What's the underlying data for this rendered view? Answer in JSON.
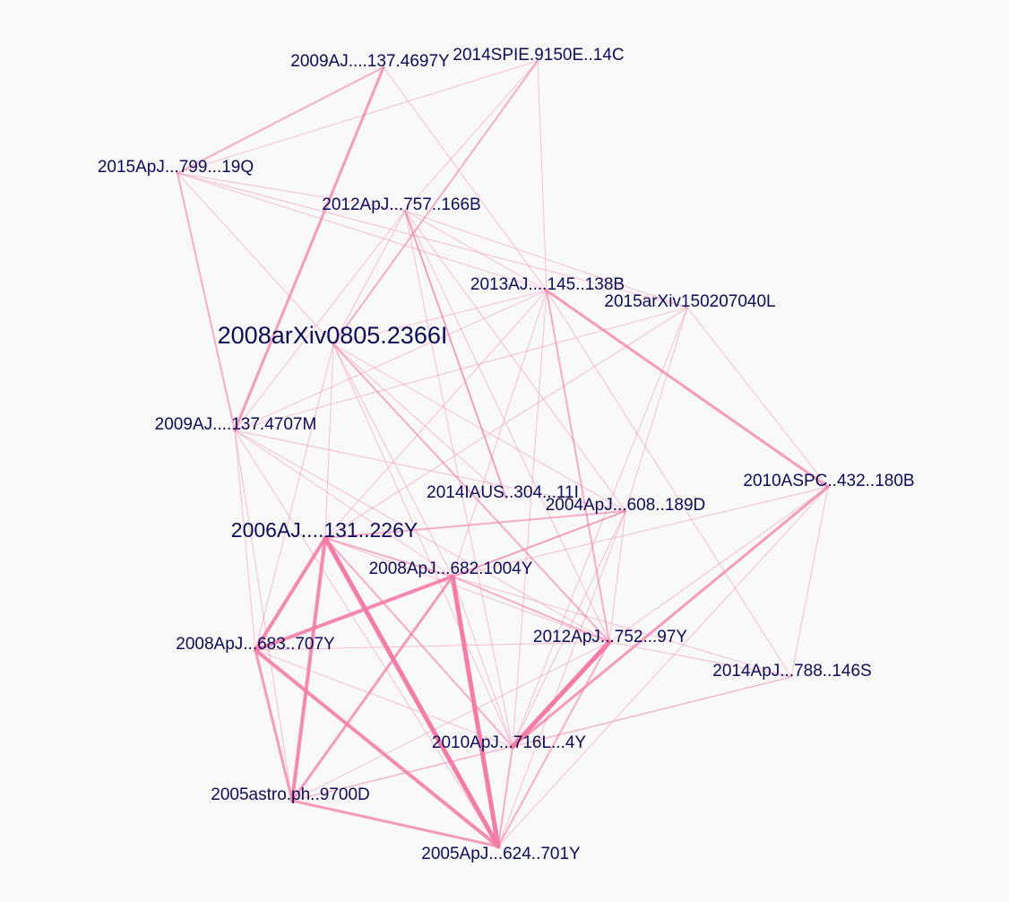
{
  "graph": {
    "edge_color": "#f37aa6",
    "label_color": "#0c0c58",
    "background": "#f9f9f9",
    "nodes": [
      {
        "id": "2009AJ....137.4697Y"
      },
      {
        "id": "2014SPIE.9150E..14C"
      },
      {
        "id": "2015ApJ...799...19Q"
      },
      {
        "id": "2012ApJ...757..166B"
      },
      {
        "id": "2013AJ....145..138B"
      },
      {
        "id": "2015arXiv150207040L"
      },
      {
        "id": "2008arXiv0805.2366I"
      },
      {
        "id": "2009AJ....137.4707M"
      },
      {
        "id": "2014IAUS..304...11I"
      },
      {
        "id": "2004ApJ...608..189D"
      },
      {
        "id": "2010ASPC..432..180B"
      },
      {
        "id": "2006AJ....131..226Y"
      },
      {
        "id": "2008ApJ...682.1004Y"
      },
      {
        "id": "2008ApJ...683..707Y"
      },
      {
        "id": "2012ApJ...752...97Y"
      },
      {
        "id": "2014ApJ...788..146S"
      },
      {
        "id": "2010ApJ...716L...4Y"
      },
      {
        "id": "2005astro.ph..9700D"
      },
      {
        "id": "2005ApJ...624..701Y"
      }
    ],
    "edges": [
      {
        "source": "2009AJ....137.4697Y",
        "target": "2015ApJ...799...19Q",
        "weight": 2
      },
      {
        "source": "2009AJ....137.4697Y",
        "target": "2009AJ....137.4707M",
        "weight": 3
      },
      {
        "source": "2009AJ....137.4697Y",
        "target": "2013AJ....145..138B",
        "weight": 1
      },
      {
        "source": "2014SPIE.9150E..14C",
        "target": "2015ApJ...799...19Q",
        "weight": 1
      },
      {
        "source": "2014SPIE.9150E..14C",
        "target": "2008arXiv0805.2366I",
        "weight": 2
      },
      {
        "source": "2014SPIE.9150E..14C",
        "target": "2012ApJ...757..166B",
        "weight": 1
      },
      {
        "source": "2014SPIE.9150E..14C",
        "target": "2013AJ....145..138B",
        "weight": 1
      },
      {
        "source": "2015ApJ...799...19Q",
        "target": "2009AJ....137.4707M",
        "weight": 2
      },
      {
        "source": "2015ApJ...799...19Q",
        "target": "2012ApJ...757..166B",
        "weight": 1
      },
      {
        "source": "2015ApJ...799...19Q",
        "target": "2013AJ....145..138B",
        "weight": 1
      },
      {
        "source": "2015ApJ...799...19Q",
        "target": "2015arXiv150207040L",
        "weight": 1
      },
      {
        "source": "2015ApJ...799...19Q",
        "target": "2008arXiv0805.2366I",
        "weight": 1
      },
      {
        "source": "2012ApJ...757..166B",
        "target": "2013AJ....145..138B",
        "weight": 1
      },
      {
        "source": "2012ApJ...757..166B",
        "target": "2015arXiv150207040L",
        "weight": 1
      },
      {
        "source": "2012ApJ...757..166B",
        "target": "2008arXiv0805.2366I",
        "weight": 1
      },
      {
        "source": "2012ApJ...757..166B",
        "target": "2009AJ....137.4707M",
        "weight": 1
      },
      {
        "source": "2012ApJ...757..166B",
        "target": "2014IAUS..304...11I",
        "weight": 2
      },
      {
        "source": "2012ApJ...757..166B",
        "target": "2004ApJ...608..189D",
        "weight": 1
      },
      {
        "source": "2012ApJ...757..166B",
        "target": "2012ApJ...752...97Y",
        "weight": 1
      },
      {
        "source": "2012ApJ...757..166B",
        "target": "2010ApJ...716L...4Y",
        "weight": 1
      },
      {
        "source": "2013AJ....145..138B",
        "target": "2008arXiv0805.2366I",
        "weight": 1
      },
      {
        "source": "2013AJ....145..138B",
        "target": "2010ASPC..432..180B",
        "weight": 3
      },
      {
        "source": "2013AJ....145..138B",
        "target": "2009AJ....137.4707M",
        "weight": 1
      },
      {
        "source": "2013AJ....145..138B",
        "target": "2006AJ....131..226Y",
        "weight": 1
      },
      {
        "source": "2013AJ....145..138B",
        "target": "2008ApJ...682.1004Y",
        "weight": 1
      },
      {
        "source": "2013AJ....145..138B",
        "target": "2012ApJ...752...97Y",
        "weight": 2
      },
      {
        "source": "2013AJ....145..138B",
        "target": "2014ApJ...788..146S",
        "weight": 1
      },
      {
        "source": "2013AJ....145..138B",
        "target": "2010ApJ...716L...4Y",
        "weight": 1
      },
      {
        "source": "2015arXiv150207040L",
        "target": "2009AJ....137.4707M",
        "weight": 1
      },
      {
        "source": "2015arXiv150207040L",
        "target": "2006AJ....131..226Y",
        "weight": 1
      },
      {
        "source": "2015arXiv150207040L",
        "target": "2010ASPC..432..180B",
        "weight": 1
      },
      {
        "source": "2015arXiv150207040L",
        "target": "2004ApJ...608..189D",
        "weight": 1
      },
      {
        "source": "2015arXiv150207040L",
        "target": "2010ApJ...716L...4Y",
        "weight": 1
      },
      {
        "source": "2008arXiv0805.2366I",
        "target": "2006AJ....131..226Y",
        "weight": 1
      },
      {
        "source": "2008arXiv0805.2366I",
        "target": "2008ApJ...682.1004Y",
        "weight": 1
      },
      {
        "source": "2008arXiv0805.2366I",
        "target": "2004ApJ...608..189D",
        "weight": 1
      },
      {
        "source": "2008arXiv0805.2366I",
        "target": "2012ApJ...752...97Y",
        "weight": 2
      },
      {
        "source": "2008arXiv0805.2366I",
        "target": "2008ApJ...683..707Y",
        "weight": 1
      },
      {
        "source": "2008arXiv0805.2366I",
        "target": "2010ApJ...716L...4Y",
        "weight": 1
      },
      {
        "source": "2009AJ....137.4707M",
        "target": "2008ApJ...683..707Y",
        "weight": 1
      },
      {
        "source": "2009AJ....137.4707M",
        "target": "2005astro.ph..9700D",
        "weight": 1
      },
      {
        "source": "2009AJ....137.4707M",
        "target": "2008ApJ...682.1004Y",
        "weight": 1
      },
      {
        "source": "2009AJ....137.4707M",
        "target": "2004ApJ...608..189D",
        "weight": 1
      },
      {
        "source": "2009AJ....137.4707M",
        "target": "2012ApJ...752...97Y",
        "weight": 1
      },
      {
        "source": "2009AJ....137.4707M",
        "target": "2005ApJ...624..701Y",
        "weight": 1
      },
      {
        "source": "2004ApJ...608..189D",
        "target": "2006AJ....131..226Y",
        "weight": 2
      },
      {
        "source": "2004ApJ...608..189D",
        "target": "2008ApJ...682.1004Y",
        "weight": 2
      },
      {
        "source": "2004ApJ...608..189D",
        "target": "2008ApJ...683..707Y",
        "weight": 1
      },
      {
        "source": "2004ApJ...608..189D",
        "target": "2010ApJ...716L...4Y",
        "weight": 1
      },
      {
        "source": "2004ApJ...608..189D",
        "target": "2005ApJ...624..701Y",
        "weight": 1
      },
      {
        "source": "2004ApJ...608..189D",
        "target": "2012ApJ...752...97Y",
        "weight": 1
      },
      {
        "source": "2010ASPC..432..180B",
        "target": "2012ApJ...752...97Y",
        "weight": 1
      },
      {
        "source": "2010ASPC..432..180B",
        "target": "2010ApJ...716L...4Y",
        "weight": 3
      },
      {
        "source": "2010ASPC..432..180B",
        "target": "2008ApJ...682.1004Y",
        "weight": 1
      },
      {
        "source": "2010ASPC..432..180B",
        "target": "2014ApJ...788..146S",
        "weight": 1
      },
      {
        "source": "2010ASPC..432..180B",
        "target": "2005ApJ...624..701Y",
        "weight": 1
      },
      {
        "source": "2006AJ....131..226Y",
        "target": "2008ApJ...682.1004Y",
        "weight": 2
      },
      {
        "source": "2006AJ....131..226Y",
        "target": "2008ApJ...683..707Y",
        "weight": 4
      },
      {
        "source": "2006AJ....131..226Y",
        "target": "2005astro.ph..9700D",
        "weight": 4
      },
      {
        "source": "2006AJ....131..226Y",
        "target": "2005ApJ...624..701Y",
        "weight": 5
      },
      {
        "source": "2006AJ....131..226Y",
        "target": "2010ApJ...716L...4Y",
        "weight": 2
      },
      {
        "source": "2006AJ....131..226Y",
        "target": "2012ApJ...752...97Y",
        "weight": 1
      },
      {
        "source": "2008ApJ...682.1004Y",
        "target": "2008ApJ...683..707Y",
        "weight": 4
      },
      {
        "source": "2008ApJ...682.1004Y",
        "target": "2005astro.ph..9700D",
        "weight": 3
      },
      {
        "source": "2008ApJ...682.1004Y",
        "target": "2005ApJ...624..701Y",
        "weight": 5
      },
      {
        "source": "2008ApJ...682.1004Y",
        "target": "2010ApJ...716L...4Y",
        "weight": 1
      },
      {
        "source": "2008ApJ...682.1004Y",
        "target": "2012ApJ...752...97Y",
        "weight": 2
      },
      {
        "source": "2008ApJ...682.1004Y",
        "target": "2014ApJ...788..146S",
        "weight": 1
      },
      {
        "source": "2008ApJ...683..707Y",
        "target": "2005astro.ph..9700D",
        "weight": 3
      },
      {
        "source": "2008ApJ...683..707Y",
        "target": "2005ApJ...624..701Y",
        "weight": 4
      },
      {
        "source": "2008ApJ...683..707Y",
        "target": "2012ApJ...752...97Y",
        "weight": 1
      },
      {
        "source": "2008ApJ...683..707Y",
        "target": "2010ApJ...716L...4Y",
        "weight": 1
      },
      {
        "source": "2012ApJ...752...97Y",
        "target": "2010ApJ...716L...4Y",
        "weight": 5
      },
      {
        "source": "2012ApJ...752...97Y",
        "target": "2014ApJ...788..146S",
        "weight": 1
      },
      {
        "source": "2012ApJ...752...97Y",
        "target": "2005astro.ph..9700D",
        "weight": 1
      },
      {
        "source": "2012ApJ...752...97Y",
        "target": "2005ApJ...624..701Y",
        "weight": 2
      },
      {
        "source": "2014ApJ...788..146S",
        "target": "2010ApJ...716L...4Y",
        "weight": 1
      },
      {
        "source": "2014ApJ...788..146S",
        "target": "2005astro.ph..9700D",
        "weight": 1
      },
      {
        "source": "2010ApJ...716L...4Y",
        "target": "2005astro.ph..9700D",
        "weight": 1
      },
      {
        "source": "2010ApJ...716L...4Y",
        "target": "2005ApJ...624..701Y",
        "weight": 2
      },
      {
        "source": "2005astro.ph..9700D",
        "target": "2005ApJ...624..701Y",
        "weight": 3
      },
      {
        "source": "2014IAUS..304...11I",
        "target": "2012ApJ...757..166B",
        "weight": 1
      },
      {
        "source": "2014IAUS..304...11I",
        "target": "2008arXiv0805.2366I",
        "weight": 1
      }
    ]
  }
}
